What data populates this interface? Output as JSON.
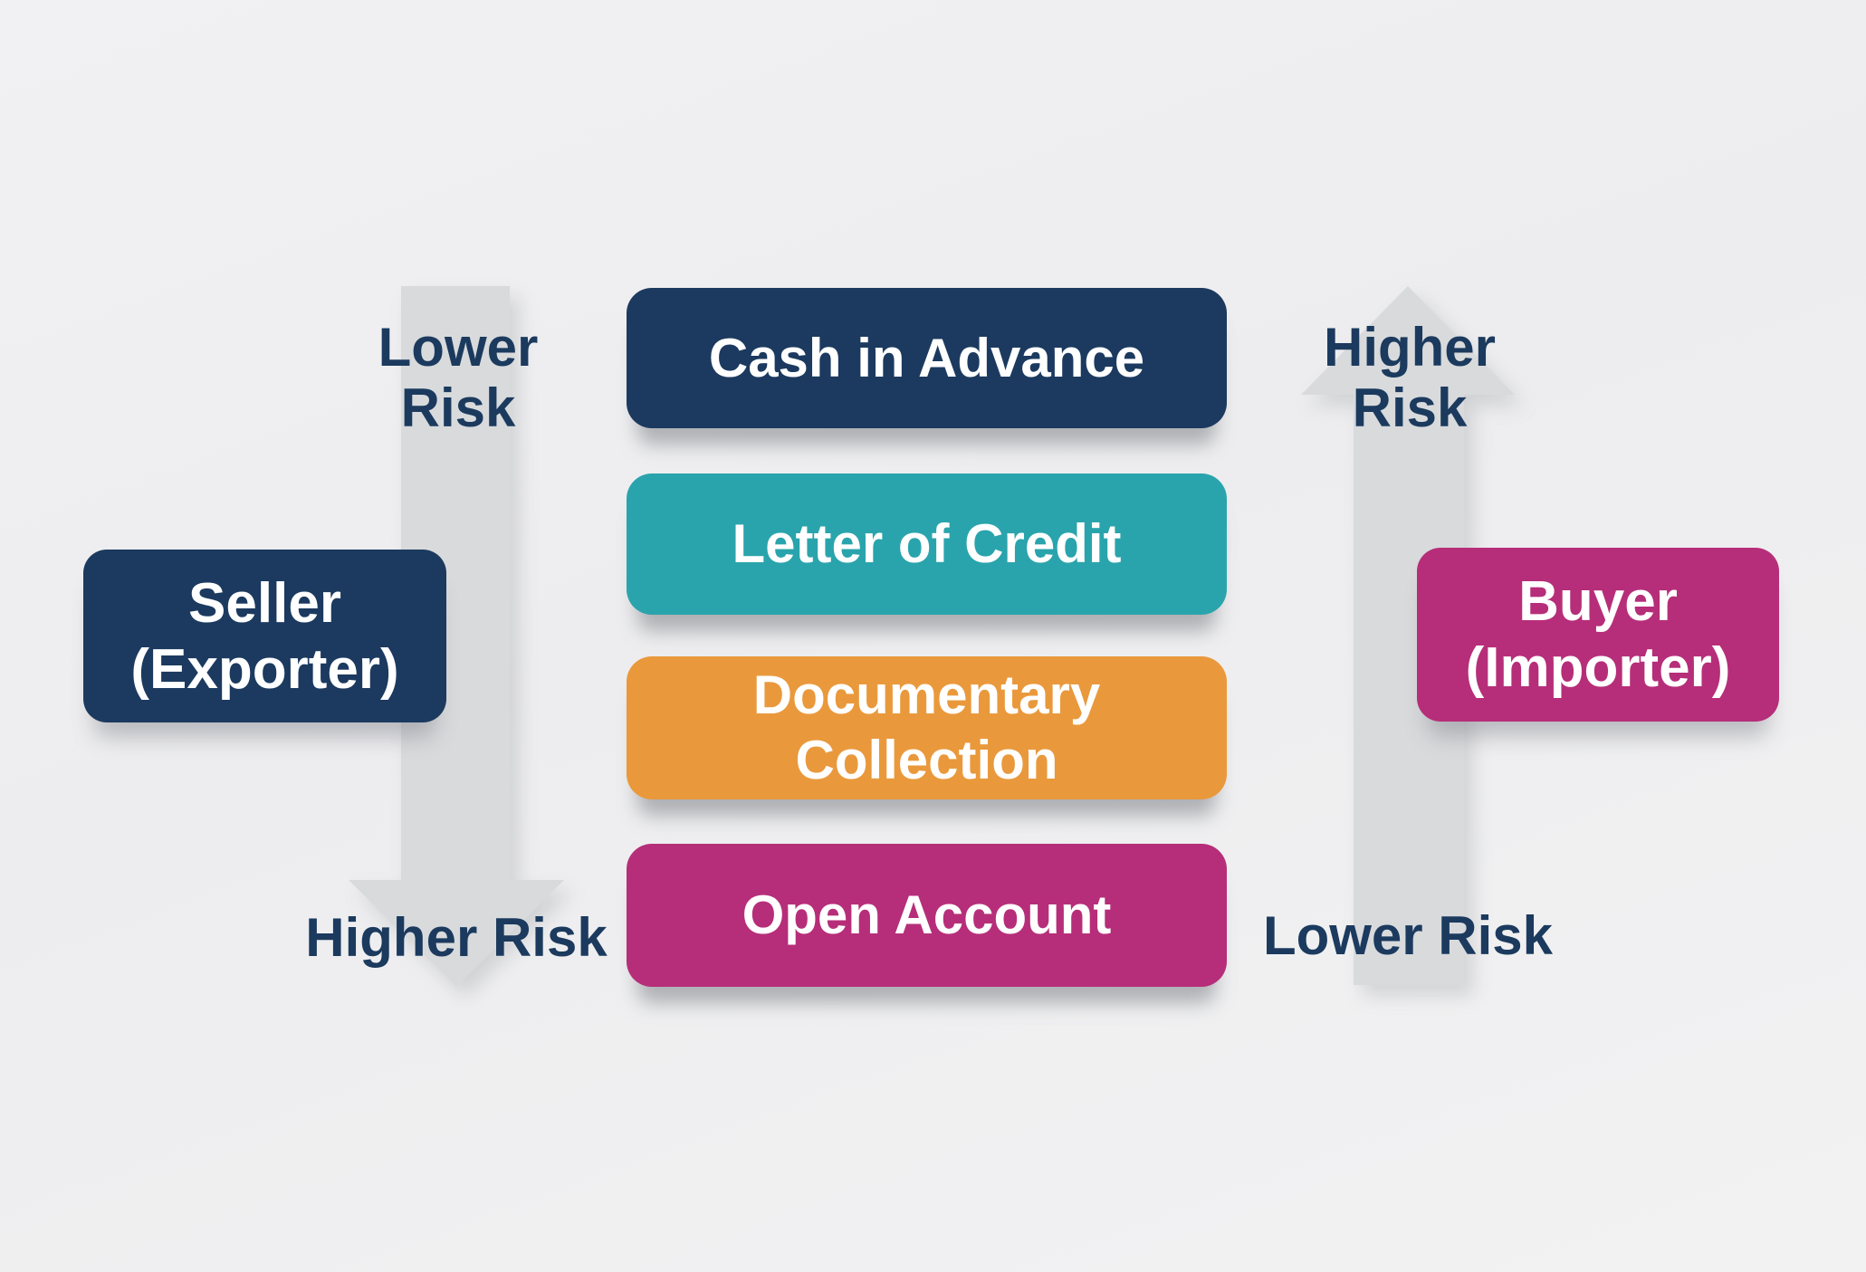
{
  "palette": {
    "background": "#efeff1",
    "arrow_gray": "#d8dadc",
    "risk_label_text": "#1b3a5e",
    "box_text": "#ffffff",
    "navy": "#1c3a5f",
    "teal": "#2aa4ac",
    "orange": "#e9993c",
    "magenta": "#b62e79"
  },
  "parties": {
    "seller": {
      "line1": "Seller",
      "line2": "(Exporter)",
      "color": "#1c3a5f"
    },
    "buyer": {
      "line1": "Buyer",
      "line2": "(Importer)",
      "color": "#b62e79"
    }
  },
  "methods": [
    {
      "label": "Cash in Advance",
      "color": "#1c3a5f"
    },
    {
      "label": "Letter of Credit",
      "color": "#2aa4ac"
    },
    {
      "label": "Documentary Collection",
      "color": "#e9993c"
    },
    {
      "label": "Open Account",
      "color": "#b62e79"
    }
  ],
  "risk_labels": {
    "seller_top_line1": "Lower",
    "seller_top_line2": "Risk",
    "seller_bottom": "Higher Risk",
    "buyer_top_line1": "Higher",
    "buyer_top_line2": "Risk",
    "buyer_bottom": "Lower Risk"
  }
}
